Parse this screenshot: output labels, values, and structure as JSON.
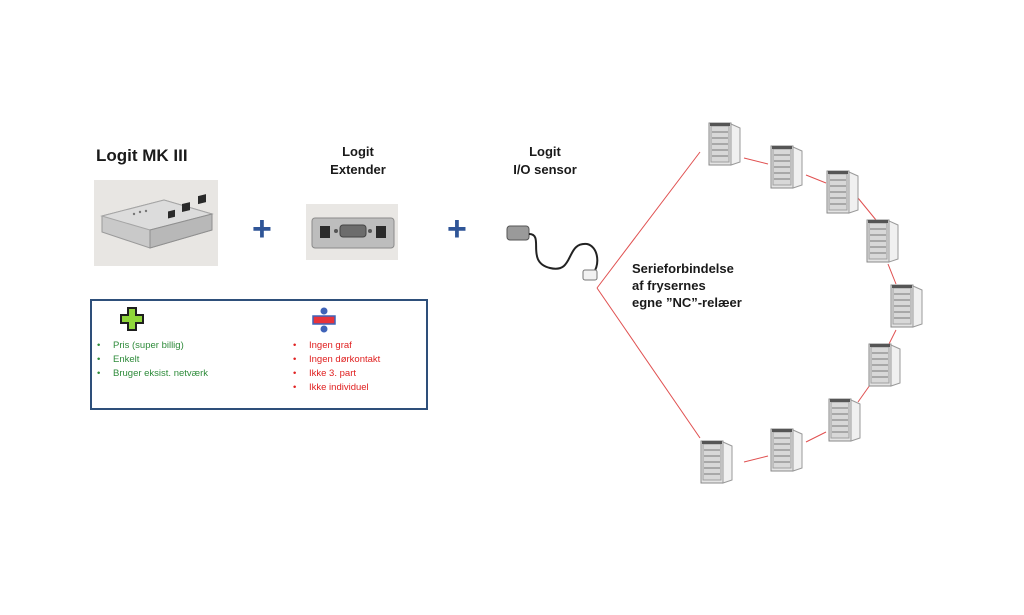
{
  "devices": {
    "mk3_title": "Logit MK III",
    "extender_line1": "Logit",
    "extender_line2": "Extender",
    "sensor_line1": "Logit",
    "sensor_line2": "I/O sensor",
    "plus_sign": "+"
  },
  "pros": {
    "icon": "plus-icon",
    "color": "#2e8b3a",
    "items": [
      "Pris (super billig)",
      "Enkelt",
      "Bruger eksist. netværk"
    ]
  },
  "cons": {
    "icon": "divide-icon",
    "color": "#e02020",
    "items": [
      "Ingen graf",
      "Ingen dørkontakt",
      "Ikke 3. part",
      "Ikke individuel"
    ]
  },
  "bullet": "•",
  "serial": {
    "line1": "Serieforbindelse",
    "line2": "af frysernes",
    "line3": "egne ”NC”-relæer",
    "line_color": "#e05050"
  },
  "freezer_icon": "freezer-icon"
}
